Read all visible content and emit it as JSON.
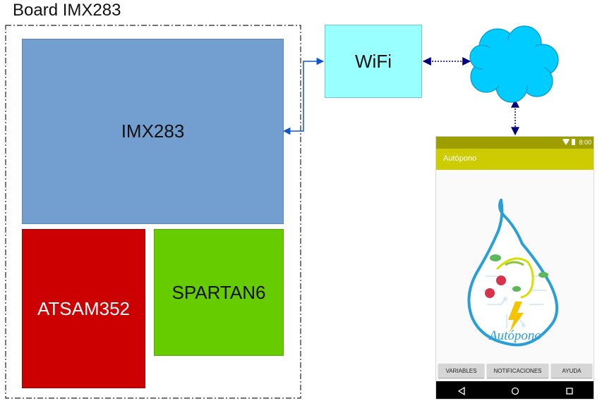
{
  "board": {
    "title": "Board IMX283"
  },
  "blocks": {
    "imx": "IMX283",
    "atsam": "ATSAM352",
    "spartan": "SPARTAN6",
    "wifi": "WiFi"
  },
  "colors": {
    "imx": "#729fcf",
    "atsam": "#cc0000",
    "spartan": "#66cc00",
    "wifi": "#99ffff",
    "cloud": "#00ccff",
    "connector": "#1155cc",
    "arrowhead": "#000080",
    "status_bar": "#9e9e00",
    "app_bar": "#cccc00"
  },
  "phone": {
    "status_time": "8:00",
    "app_title": "Autópono",
    "logo_text": "Autópono",
    "buttons": {
      "variables": "VARIABLES",
      "notificaciones": "NOTIFICACIONES",
      "ayuda": "AYUDA"
    },
    "nav_icons": [
      "back-icon",
      "home-icon",
      "recents-icon"
    ]
  }
}
